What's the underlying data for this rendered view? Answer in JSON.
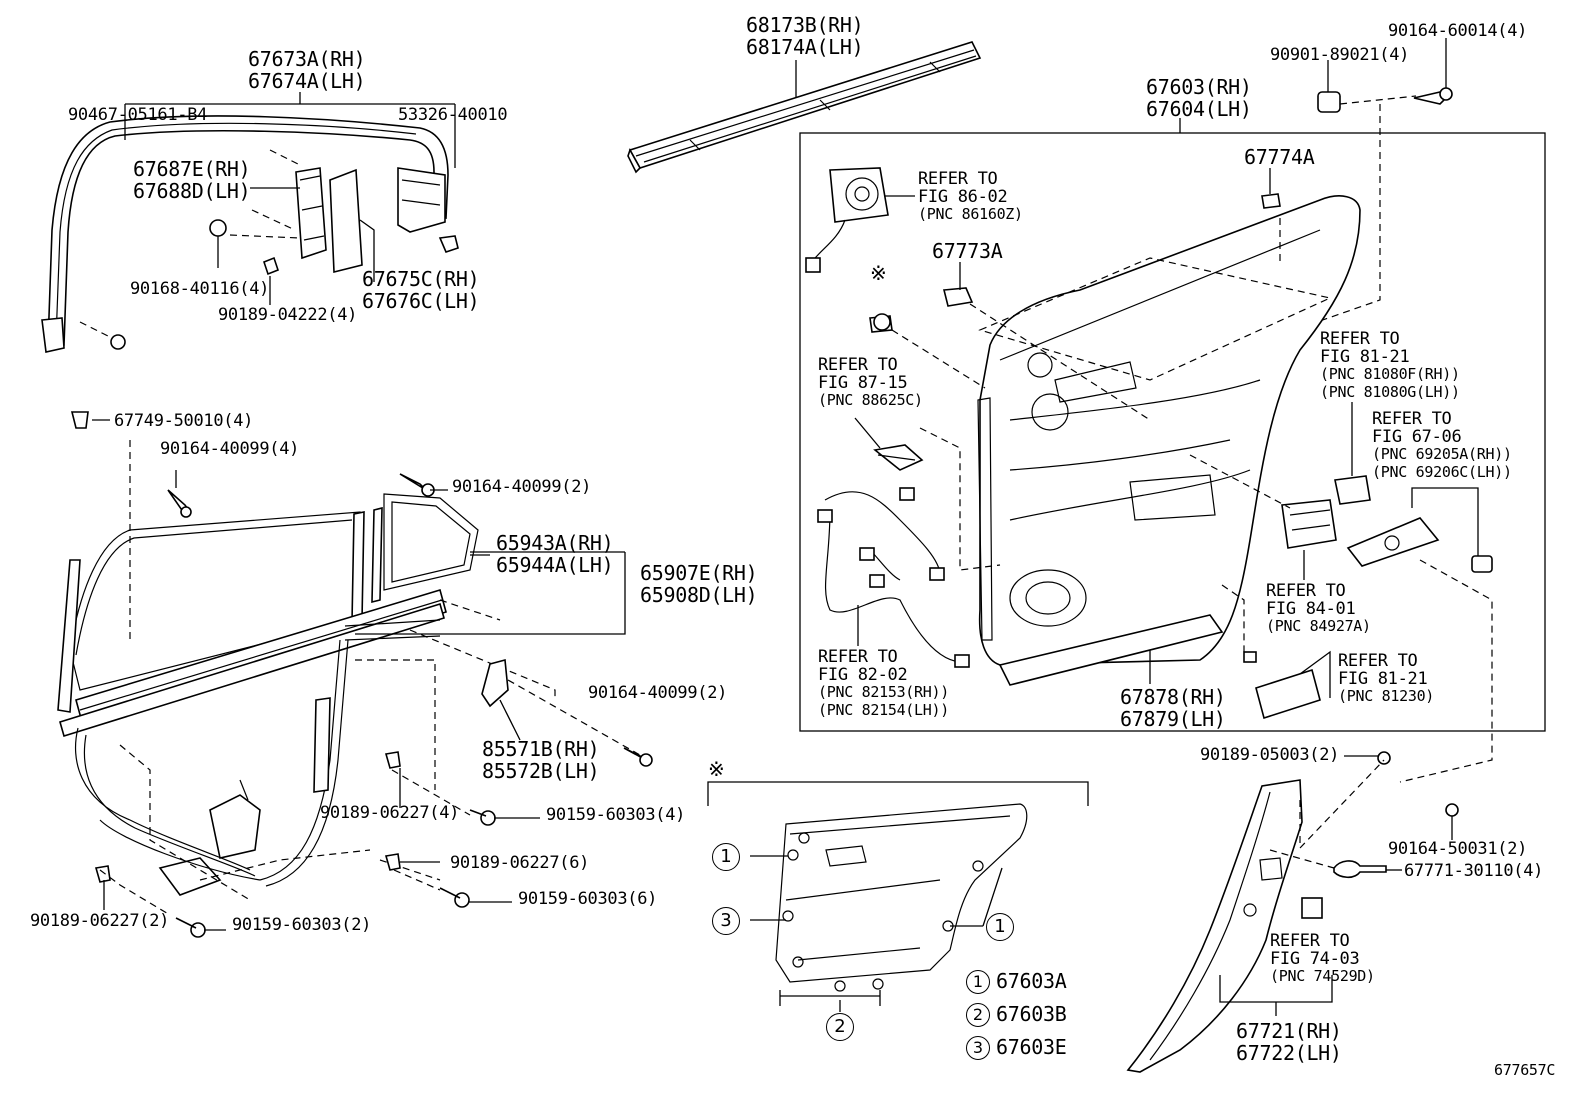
{
  "figure_code": "677657C",
  "star_marker": "※",
  "parts": {
    "p68173": [
      "68173B(RH)",
      "68174A(LH)"
    ],
    "p90164_60014": "90164-60014(4)",
    "p90901": "90901-89021(4)",
    "p67673": [
      "67673A(RH)",
      "67674A(LH)"
    ],
    "p90467": "90467-05161-B4",
    "p53326": "53326-40010",
    "p67687": [
      "67687E(RH)",
      "67688D(LH)"
    ],
    "p90168": "90168-40116(4)",
    "p90189_04222": "90189-04222(4)",
    "p67675": [
      "67675C(RH)",
      "67676C(LH)"
    ],
    "p67603": [
      "67603(RH)",
      "67604(LH)"
    ],
    "p67774": "67774A",
    "p67773": "67773A",
    "p67749": "67749-50010(4)",
    "p90164_40099_4": "90164-40099(4)",
    "p90164_40099_2a": "90164-40099(2)",
    "p65943": [
      "65943A(RH)",
      "65944A(LH)"
    ],
    "p65907": [
      "65907E(RH)",
      "65908D(LH)"
    ],
    "p90164_40099_2b": "90164-40099(2)",
    "p85571": [
      "85571B(RH)",
      "85572B(LH)"
    ],
    "p90189_06227_4": "90189-06227(4)",
    "p90159_60303_4": "90159-60303(4)",
    "p90189_06227_6": "90189-06227(6)",
    "p90159_60303_6": "90159-60303(6)",
    "p90189_06227_2": "90189-06227(2)",
    "p90159_60303_2": "90159-60303(2)",
    "p67878": [
      "67878(RH)",
      "67879(LH)"
    ],
    "p90189_05003": "90189-05003(2)",
    "p90164_50031": "90164-50031(2)",
    "p67771": "67771-30110(4)",
    "p67721": [
      "67721(RH)",
      "67722(LH)"
    ]
  },
  "refs": {
    "r86": [
      "REFER TO",
      "FIG 86-02",
      "(PNC 86160Z)"
    ],
    "r87": [
      "REFER TO",
      "FIG 87-15",
      "(PNC 88625C)"
    ],
    "r81a": [
      "REFER TO",
      "FIG 81-21",
      "(PNC 81080F(RH))",
      "(PNC 81080G(LH))"
    ],
    "r67": [
      "REFER TO",
      "FIG 67-06",
      "(PNC 69205A(RH))",
      "(PNC 69206C(LH))"
    ],
    "r84": [
      "REFER TO",
      "FIG 84-01",
      "(PNC 84927A)"
    ],
    "r82": [
      "REFER TO",
      "FIG 82-02",
      "(PNC 82153(RH))",
      "(PNC 82154(LH))"
    ],
    "r81b": [
      "REFER TO",
      "FIG 81-21",
      "(PNC 81230)"
    ],
    "r74": [
      "REFER TO",
      "FIG 74-03",
      "(PNC 74529D)"
    ]
  },
  "legend": [
    {
      "num": "1",
      "code": "67603A"
    },
    {
      "num": "2",
      "code": "67603B"
    },
    {
      "num": "3",
      "code": "67603E"
    }
  ],
  "callouts": {
    "one": "1",
    "two": "2",
    "three": "3"
  }
}
